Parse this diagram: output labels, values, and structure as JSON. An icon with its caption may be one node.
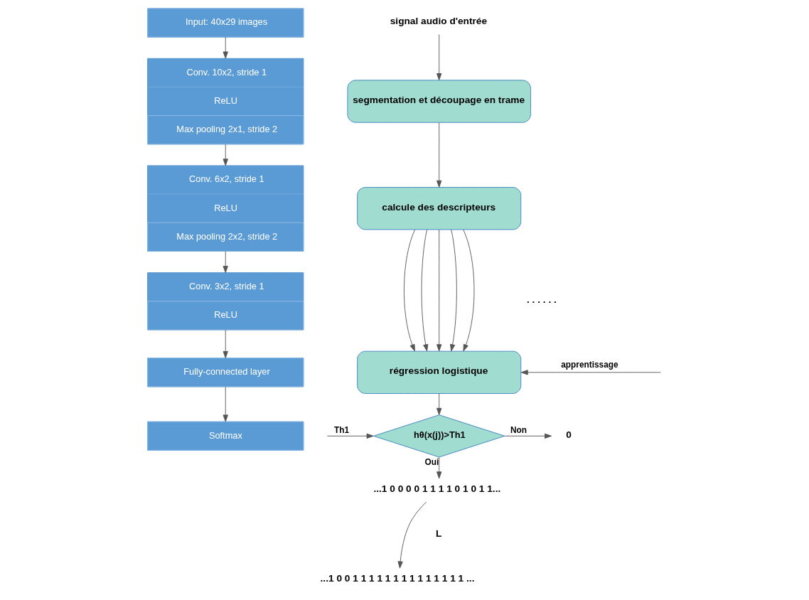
{
  "diagram": {
    "nodes": [
      {
        "text": [
          "Input: 40x29 images"
        ]
      },
      {
        "text": [
          "Conv. 10x2, stride 1",
          "ReLU",
          "Max pooling 2x1, stride 2"
        ]
      },
      {
        "text": [
          "Conv. 6x2, stride 1",
          "ReLU",
          "Max pooling 2x2, stride 2"
        ]
      },
      {
        "text": [
          "Conv. 3x2, stride 1",
          "ReLU"
        ]
      },
      {
        "text": [
          "Fully-connected layer"
        ]
      },
      {
        "text": [
          "Softmax"
        ]
      },
      {
        "text": [
          "signal audio d'entrée"
        ]
      },
      {
        "text": [
          "segmentation et découpage en trame"
        ]
      },
      {
        "text": [
          "calcule des descripteurs"
        ]
      },
      {
        "text": [
          "régression logistique"
        ]
      },
      {
        "text": [
          "hθ(x(j))>Th1"
        ]
      },
      {
        "text": [
          "0"
        ]
      },
      {
        "text": [
          "...1 0 0 0 0 1 1 1 1 0 1 0 1 1..."
        ]
      },
      {
        "text": [
          "...1 0 0 1 1 1 1 1 1 1 1 1 1 1 1 1 1 ..."
        ]
      }
    ],
    "edges": [
      {
        "from": 0,
        "to": 1,
        "arrow": "to"
      },
      {
        "from": 1,
        "to": 2,
        "arrow": "to"
      },
      {
        "from": 2,
        "to": 3,
        "arrow": "to"
      },
      {
        "from": 3,
        "to": 4,
        "arrow": "to"
      },
      {
        "from": 4,
        "to": 5,
        "arrow": "to"
      },
      {
        "from": 6,
        "to": 7,
        "arrow": "to"
      },
      {
        "from": 7,
        "to": 8,
        "arrow": "to"
      },
      {
        "from": 8,
        "to": 9,
        "arrow": "to"
      },
      {
        "from": 8,
        "to": 9,
        "arrow": "to"
      },
      {
        "from": 8,
        "to": 9,
        "arrow": "to"
      },
      {
        "from": 8,
        "to": 9,
        "arrow": "to"
      },
      {
        "from": 8,
        "to": 9,
        "arrow": "to"
      },
      {
        "from": null,
        "to": 9,
        "arrow": "to",
        "label": "apprentissage"
      },
      {
        "from": 9,
        "to": 10,
        "arrow": "to"
      },
      {
        "from": null,
        "to": 10,
        "arrow": "to",
        "label": "Th1"
      },
      {
        "from": 10,
        "to": 11,
        "arrow": "to",
        "label": "Non"
      },
      {
        "from": 10,
        "to": 12,
        "arrow": "to",
        "label": "Oui"
      },
      {
        "from": 12,
        "to": 13,
        "arrow": "to"
      }
    ],
    "labels": [
      ". . . . . .",
      "L"
    ]
  }
}
